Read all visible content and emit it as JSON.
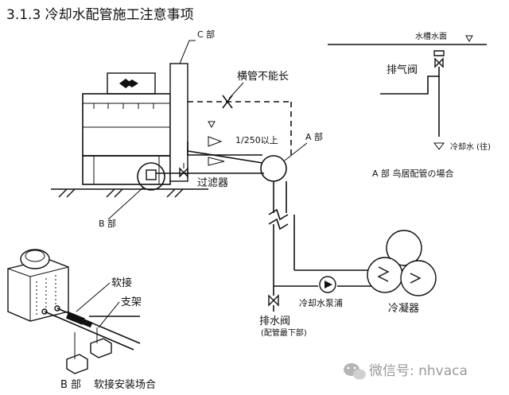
{
  "title": "3.1.3 冷却水配管施工注意事项",
  "labels": {
    "c_part": "C 部",
    "no_long_horizontal": "横管不能长",
    "slope": "1/250以上",
    "a_part": "A 部",
    "filter": "过滤器",
    "b_part_main": "B 部",
    "tank_water_level": "水槽水面",
    "vent_valve": "排气阀",
    "cooling_water_return": "冷却水 (往)",
    "a_part_caption": "A 部  鸟居配管の場合",
    "soft_joint": "软接",
    "bracket": "支架",
    "b_part_detail": "B 部",
    "soft_joint_install": "软接安装场合",
    "drain_valve": "排水阀",
    "drain_valve_note": "(配管最下部)",
    "pump": "冷却水泵浦",
    "condenser": "冷凝器"
  },
  "watermark": {
    "text": "微信号: nhvaca",
    "icon": "wechat-icon"
  }
}
